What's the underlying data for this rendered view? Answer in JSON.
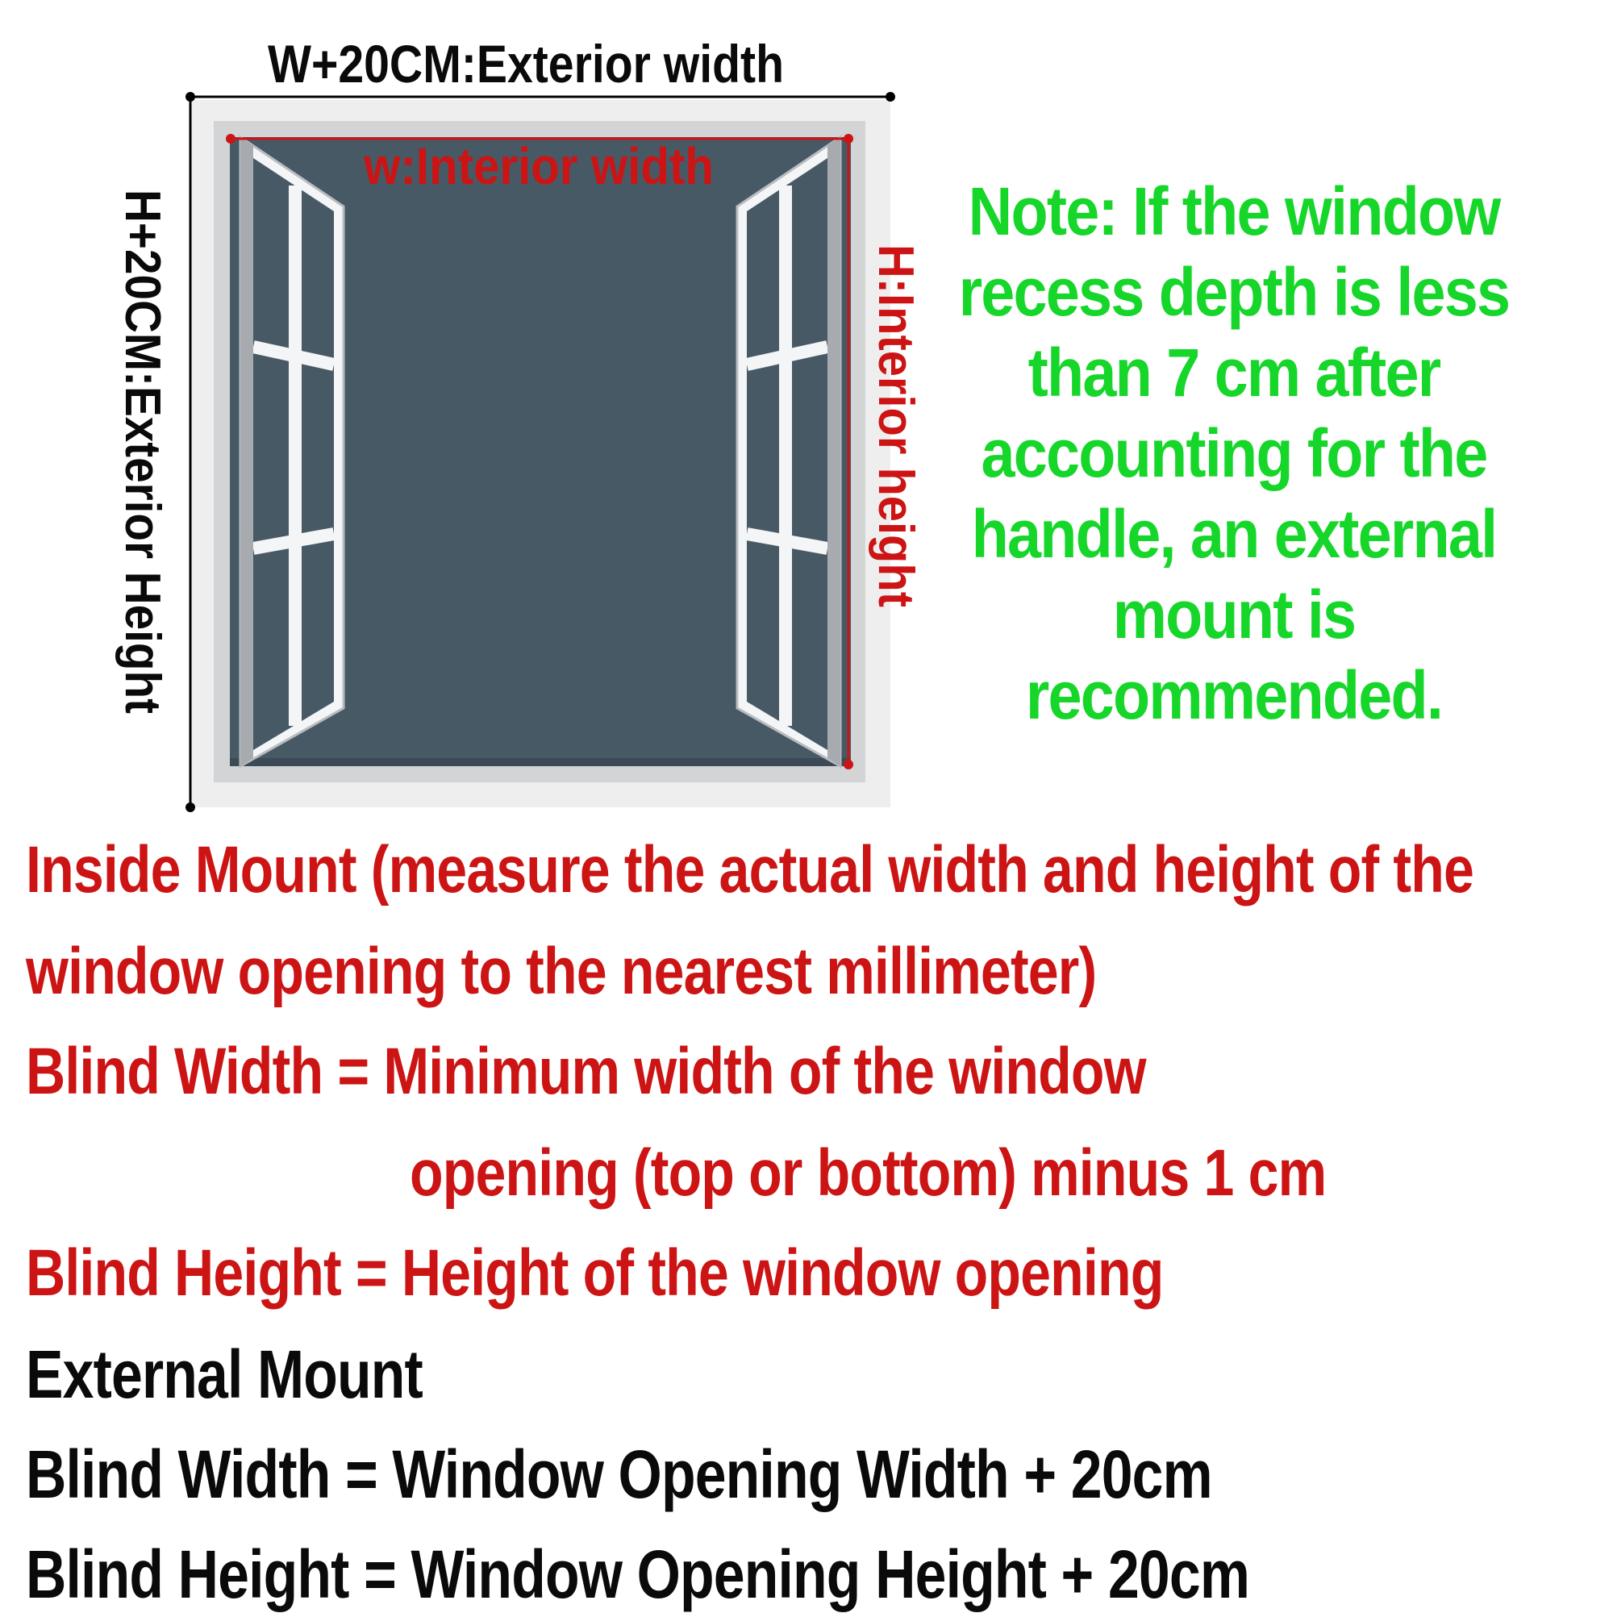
{
  "diagram": {
    "exterior_width_label": "W+20CM:Exterior width",
    "exterior_height_label": "H+20CM:Exterior Height",
    "interior_width_label": "w:Interior width",
    "interior_height_label": "H:Interior height"
  },
  "note": "Note: If the window recess depth is less than 7 cm after accounting for the handle, an external mount is recommended.",
  "instructions": {
    "inside_mount_line1": "Inside Mount (measure the actual width and height of the",
    "inside_mount_line2": "window opening to the nearest millimeter)",
    "inside_width_line1": "Blind Width = Minimum width of the window",
    "inside_width_line2": "opening (top or bottom) minus 1 cm",
    "inside_height": "Blind Height = Height of the window opening",
    "external_mount_title": "External Mount",
    "external_width": "Blind Width = Window Opening Width + 20cm",
    "external_height": "Blind Height = Window Opening Height + 20cm"
  },
  "colors": {
    "red_text": "#cc1414",
    "green_note": "#16d62a",
    "black_text": "#0a0a0a",
    "window_interior": "#485966",
    "window_frame": "#d2d4d6",
    "window_frame_outer": "#eeeeef"
  }
}
